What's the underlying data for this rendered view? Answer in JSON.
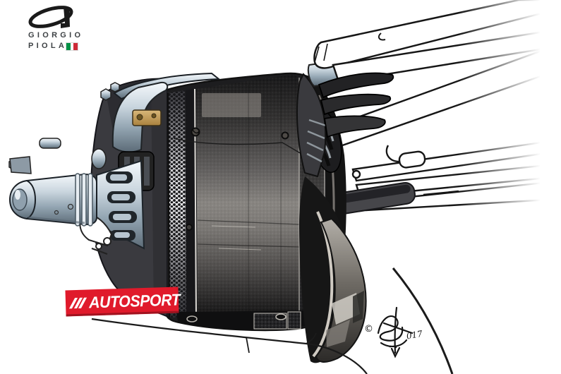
{
  "page": {
    "background_color": "#ffffff"
  },
  "logo": {
    "line1": "GIORGIO",
    "line2": "PIOLA",
    "text_color": "#3e4245",
    "mark": "gp-monogram",
    "flag_colors": {
      "green": "#009246",
      "white": "#ffffff",
      "red": "#ce2b37"
    }
  },
  "badge": {
    "label": "AUTOSPORT",
    "background_color": "#e01a2b",
    "text_color": "#ffffff",
    "stripes_icon": "checkered-slash-icon"
  },
  "signature": {
    "copyright": "©",
    "year": "017"
  },
  "illustration": {
    "subject": "formula-1-front-brake-drum-and-suspension-assembly",
    "palette": {
      "outline": "#161616",
      "carbon_dark": "#1a1a1a",
      "drum_highlight": "#cac5bd",
      "metal_blue_light": "#f4f8fb",
      "metal_blue_dark": "#5c6b77",
      "gold": "#b8924e"
    }
  }
}
